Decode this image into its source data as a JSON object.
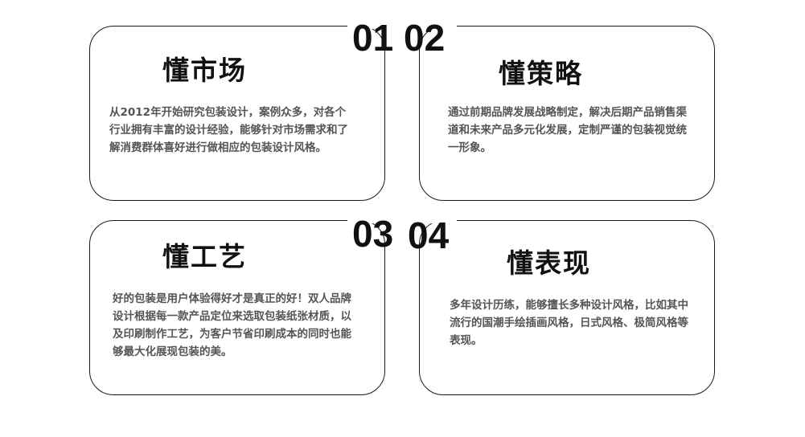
{
  "cards": [
    {
      "number": "01",
      "title": "懂市场",
      "body": "从2012年开始研究包装设计，案例众多，对各个行业拥有丰富的设计经验，能够针对市场需求和了解消费群体喜好进行做相应的包装设计风格。"
    },
    {
      "number": "02",
      "title": "懂策略",
      "body": "通过前期品牌发展战略制定，解决后期产品销售渠道和未来产品多元化发展，定制严谨的包装视觉统一形象。"
    },
    {
      "number": "03",
      "title": "懂工艺",
      "body": "好的包装是用户体验得好才是真正的好！双人品牌设计根据每一款产品定位来选取包装纸张材质，以及印刷制作工艺，为客户节省印刷成本的同时也能够最大化展现包装的美。"
    },
    {
      "number": "04",
      "title": "懂表现",
      "body": "多年设计历练，能够擅长多种设计风格，比如其中流行的国潮手绘插画风格，日式风格、极简风格等表现。"
    }
  ]
}
